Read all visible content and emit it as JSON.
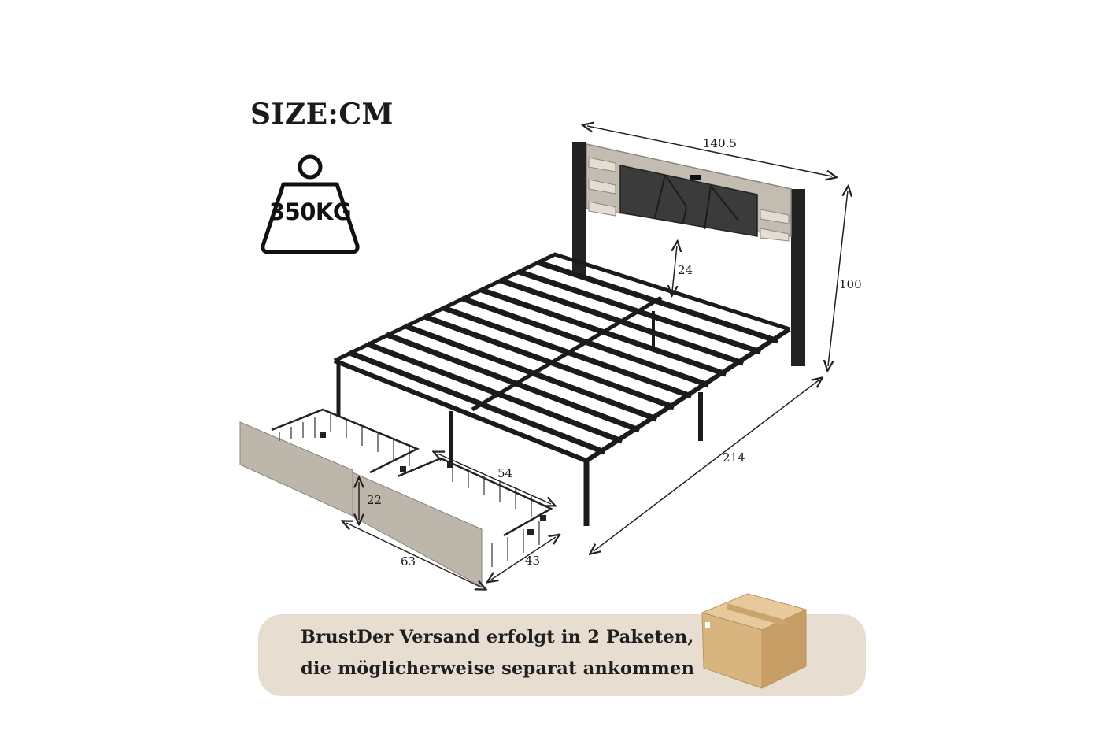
{
  "header": {
    "size_unit_title": "SIZE:CM"
  },
  "load_badge": {
    "label": "350KG",
    "icon": "weight-icon"
  },
  "dimensions": {
    "headboard_width": "140.5",
    "total_height": "100",
    "bed_length": "214",
    "headboard_panel_height": "24",
    "drawer_depth": "54",
    "drawer_height": "22",
    "drawer_length": "63",
    "drawer_width": "43"
  },
  "shipping_notice": {
    "line1": "BrustDer Versand erfolgt in 2 Paketen,",
    "line2": "die möglicherweise separat ankommen",
    "icon": "cardboard-box-icon"
  },
  "colors": {
    "frame": "#1c1c1c",
    "wood": "#b9b3aa",
    "upholstery": "#3a3a3a",
    "banner": "#e8ddd1",
    "box": "#d9b585"
  }
}
